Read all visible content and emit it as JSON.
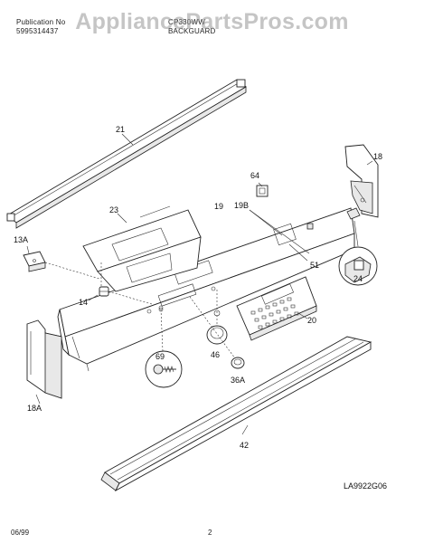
{
  "header": {
    "pub_label": "Publication No",
    "pub_number": "5995314437",
    "model": "CP330WW",
    "section": "BACKGUARD"
  },
  "watermark": "AppliancePartsPros.com",
  "parts": [
    {
      "id": "21"
    },
    {
      "id": "18"
    },
    {
      "id": "64"
    },
    {
      "id": "23"
    },
    {
      "id": "19"
    },
    {
      "id": "19B"
    },
    {
      "id": "13A"
    },
    {
      "id": "51"
    },
    {
      "id": "14"
    },
    {
      "id": "24"
    },
    {
      "id": "20"
    },
    {
      "id": "46"
    },
    {
      "id": "69"
    },
    {
      "id": "36A"
    },
    {
      "id": "18A"
    },
    {
      "id": "42"
    }
  ],
  "diagram_code": "LA9922G06",
  "footer": {
    "date": "06/99",
    "page": "2"
  }
}
